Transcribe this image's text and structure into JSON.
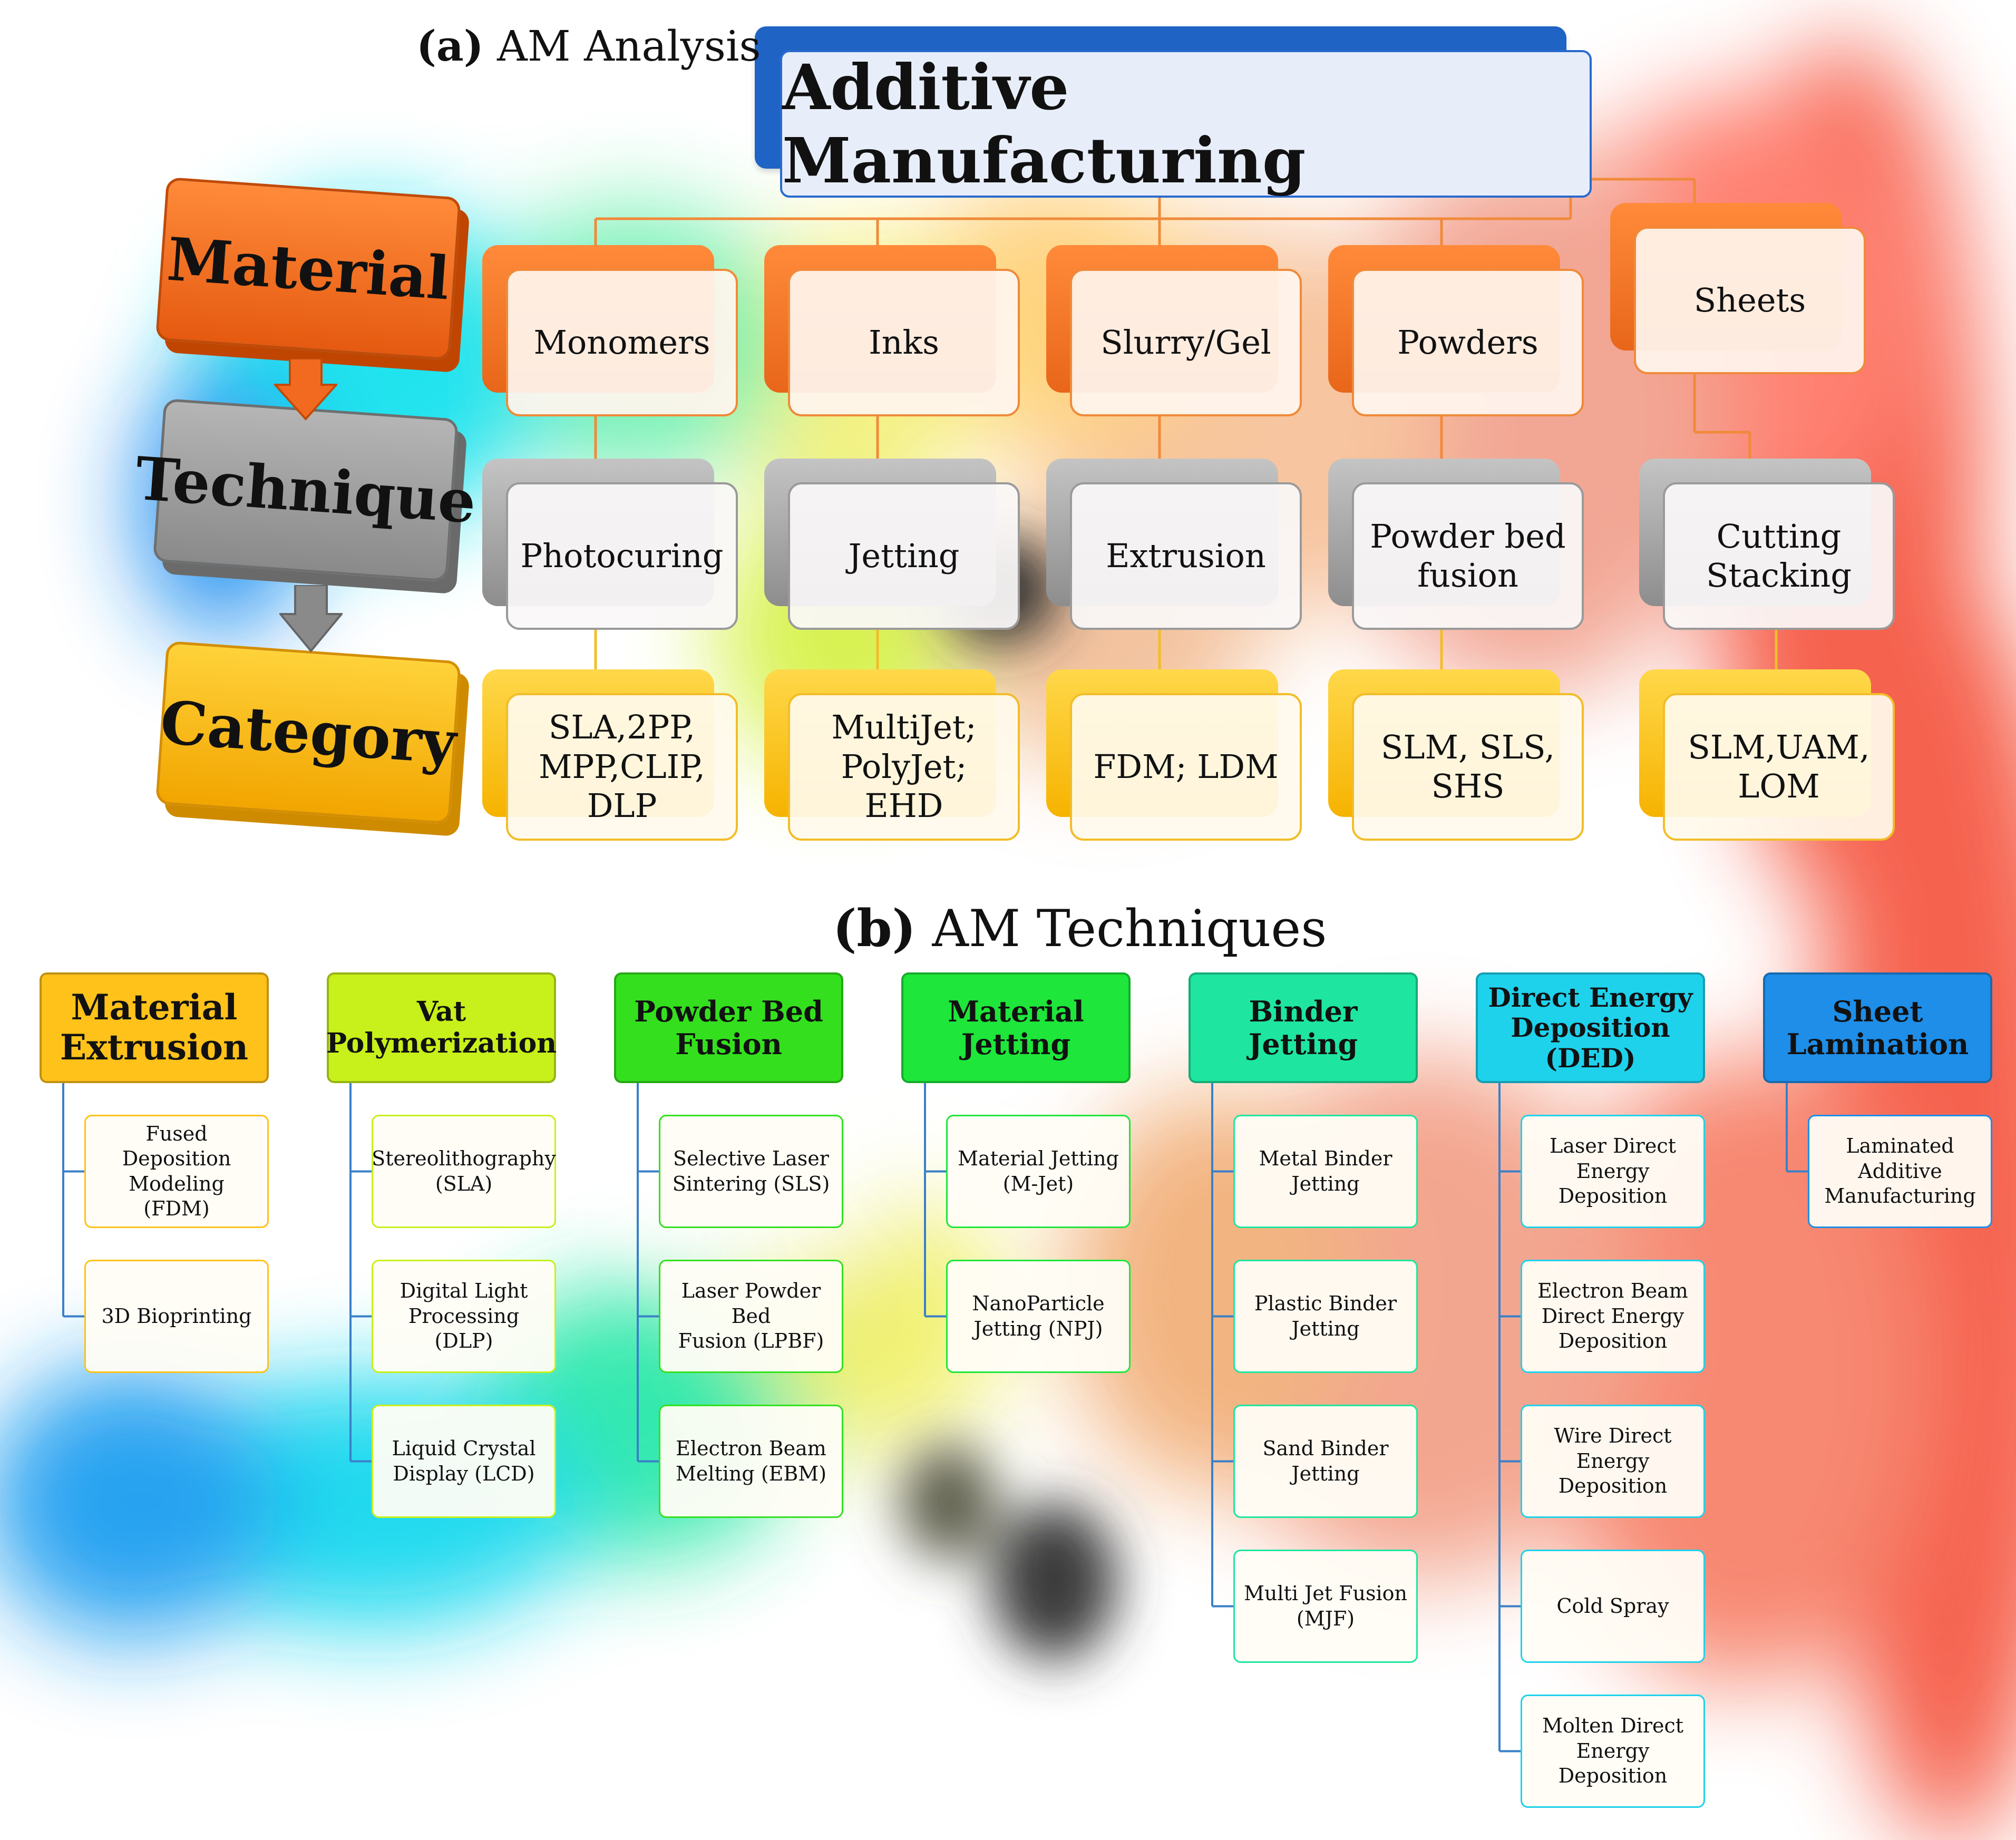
{
  "title_a": {
    "label": "(a)",
    "text": "AM Analysis"
  },
  "title_b": {
    "label": "(b)",
    "text": "AM Techniques"
  },
  "banner": "Additive Manufacturing",
  "side_labels": {
    "material": "Material",
    "technique": "Technique",
    "category": "Category"
  },
  "columns": [
    {
      "material": "Monomers",
      "technique": "Photocuring",
      "category": "SLA,2PP,\nMPP,CLIP,\nDLP"
    },
    {
      "material": "Inks",
      "technique": "Jetting",
      "category": "MultiJet;\nPolyJet; EHD"
    },
    {
      "material": "Slurry/Gel",
      "technique": "Extrusion",
      "category": "FDM; LDM"
    },
    {
      "material": "Powders",
      "technique": "Powder bed\nfusion",
      "category": "SLM, SLS,\nSHS"
    },
    {
      "material": "Sheets",
      "technique": "Cutting\nStacking",
      "category": "SLM,UAM,\nLOM"
    }
  ],
  "colors": {
    "orange": "#f08a3a",
    "gray": "#9a9a9a",
    "yellow": "#f2bd2a",
    "banner_blue": "#1f63c4"
  },
  "techniques": [
    {
      "header": "Material\nExtrusion",
      "color": "#ffc21a",
      "items": [
        "Fused Deposition\nModeling (FDM)",
        "3D Bioprinting"
      ]
    },
    {
      "header": "Vat\nPolymerization",
      "color": "#c8f01a",
      "items": [
        "Stereolithography\n(SLA)",
        "Digital Light\nProcessing (DLP)",
        "Liquid Crystal\nDisplay (LCD)"
      ]
    },
    {
      "header": "Powder Bed\nFusion",
      "color": "#34e01e",
      "items": [
        "Selective Laser\nSintering (SLS)",
        "Laser Powder Bed\nFusion (LPBF)",
        "Electron Beam\nMelting (EBM)"
      ]
    },
    {
      "header": "Material Jetting",
      "color": "#1ee63a",
      "items": [
        "Material Jetting\n(M-Jet)",
        "NanoParticle\nJetting (NPJ)"
      ]
    },
    {
      "header": "Binder Jetting",
      "color": "#1ee6a0",
      "items": [
        "Metal Binder\nJetting",
        "Plastic Binder\nJetting",
        "Sand Binder\nJetting",
        "Multi Jet Fusion\n(MJF)"
      ]
    },
    {
      "header": "Direct Energy\nDeposition\n(DED)",
      "color": "#1ed2ec",
      "items": [
        "Laser Direct\nEnergy\nDeposition",
        "Electron Beam\nDirect Energy\nDeposition",
        "Wire Direct\nEnergy\nDeposition",
        "Cold Spray",
        "Molten Direct\nEnergy\nDeposition"
      ]
    },
    {
      "header": "Sheet\nLamination",
      "color": "#1e8ee8",
      "items": [
        "Laminated\nAdditive\nManufacturing"
      ]
    }
  ]
}
